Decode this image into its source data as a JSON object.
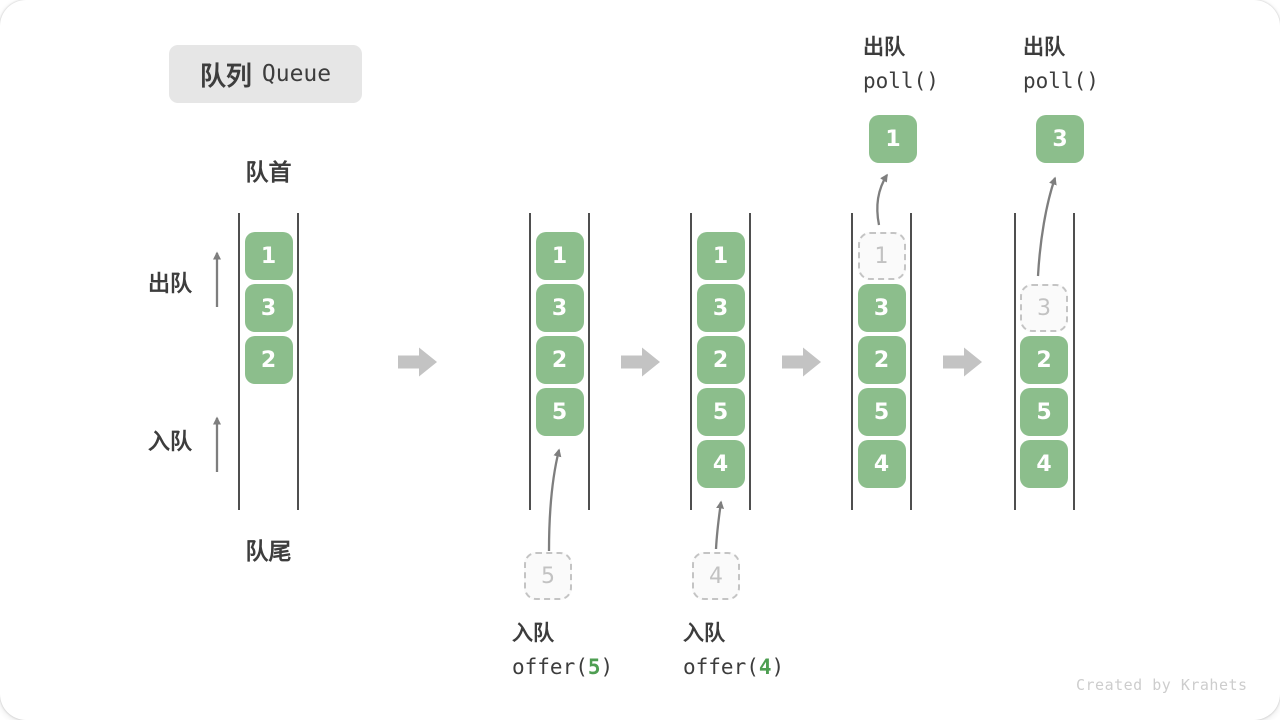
{
  "title": {
    "zh": "队列",
    "en": "Queue"
  },
  "labels": {
    "front": "队首",
    "rear": "队尾",
    "dequeue_side": "出队",
    "enqueue_side": "入队"
  },
  "colors": {
    "box_green": "#8CBE8C",
    "box_text": "#FFFFFF",
    "ghost_border": "#C4C4C4",
    "ghost_text": "#C2C2C2",
    "ghost_bg": "#FAFAFA",
    "column_line": "#4F4F4F",
    "block_arrow": "#C3C3C3",
    "thin_arrow": "#7E7E7E",
    "text_dark": "#3D3D3D",
    "accent_green": "#4E9E52",
    "title_bg": "#E6E6E6",
    "watermark": "#CDCDCD"
  },
  "queues": [
    {
      "cells": [
        {
          "v": "1",
          "slot": 0
        },
        {
          "v": "3",
          "slot": 1
        },
        {
          "v": "2",
          "slot": 2
        }
      ]
    },
    {
      "cells": [
        {
          "v": "1",
          "slot": 0
        },
        {
          "v": "3",
          "slot": 1
        },
        {
          "v": "2",
          "slot": 2
        },
        {
          "v": "5",
          "slot": 3
        }
      ]
    },
    {
      "cells": [
        {
          "v": "1",
          "slot": 0
        },
        {
          "v": "3",
          "slot": 1
        },
        {
          "v": "2",
          "slot": 2
        },
        {
          "v": "5",
          "slot": 3
        },
        {
          "v": "4",
          "slot": 4
        }
      ]
    },
    {
      "cells": [
        {
          "v": "1",
          "slot": 0,
          "ghost": true
        },
        {
          "v": "3",
          "slot": 1
        },
        {
          "v": "2",
          "slot": 2
        },
        {
          "v": "5",
          "slot": 3
        },
        {
          "v": "4",
          "slot": 4
        }
      ]
    },
    {
      "cells": [
        {
          "v": "3",
          "slot": 1,
          "ghost": true
        },
        {
          "v": "2",
          "slot": 2
        },
        {
          "v": "5",
          "slot": 3
        },
        {
          "v": "4",
          "slot": 4
        }
      ]
    }
  ],
  "enqueue_ops": [
    {
      "label": "入队",
      "code_pre": "offer(",
      "arg": "5",
      "code_post": ")",
      "staged": "5"
    },
    {
      "label": "入队",
      "code_pre": "offer(",
      "arg": "4",
      "code_post": ")",
      "staged": "4"
    }
  ],
  "dequeue_ops": [
    {
      "label": "出队",
      "code": "poll()",
      "popped": "1"
    },
    {
      "label": "出队",
      "code": "poll()",
      "popped": "3"
    }
  ],
  "watermark": "Created by Krahets"
}
